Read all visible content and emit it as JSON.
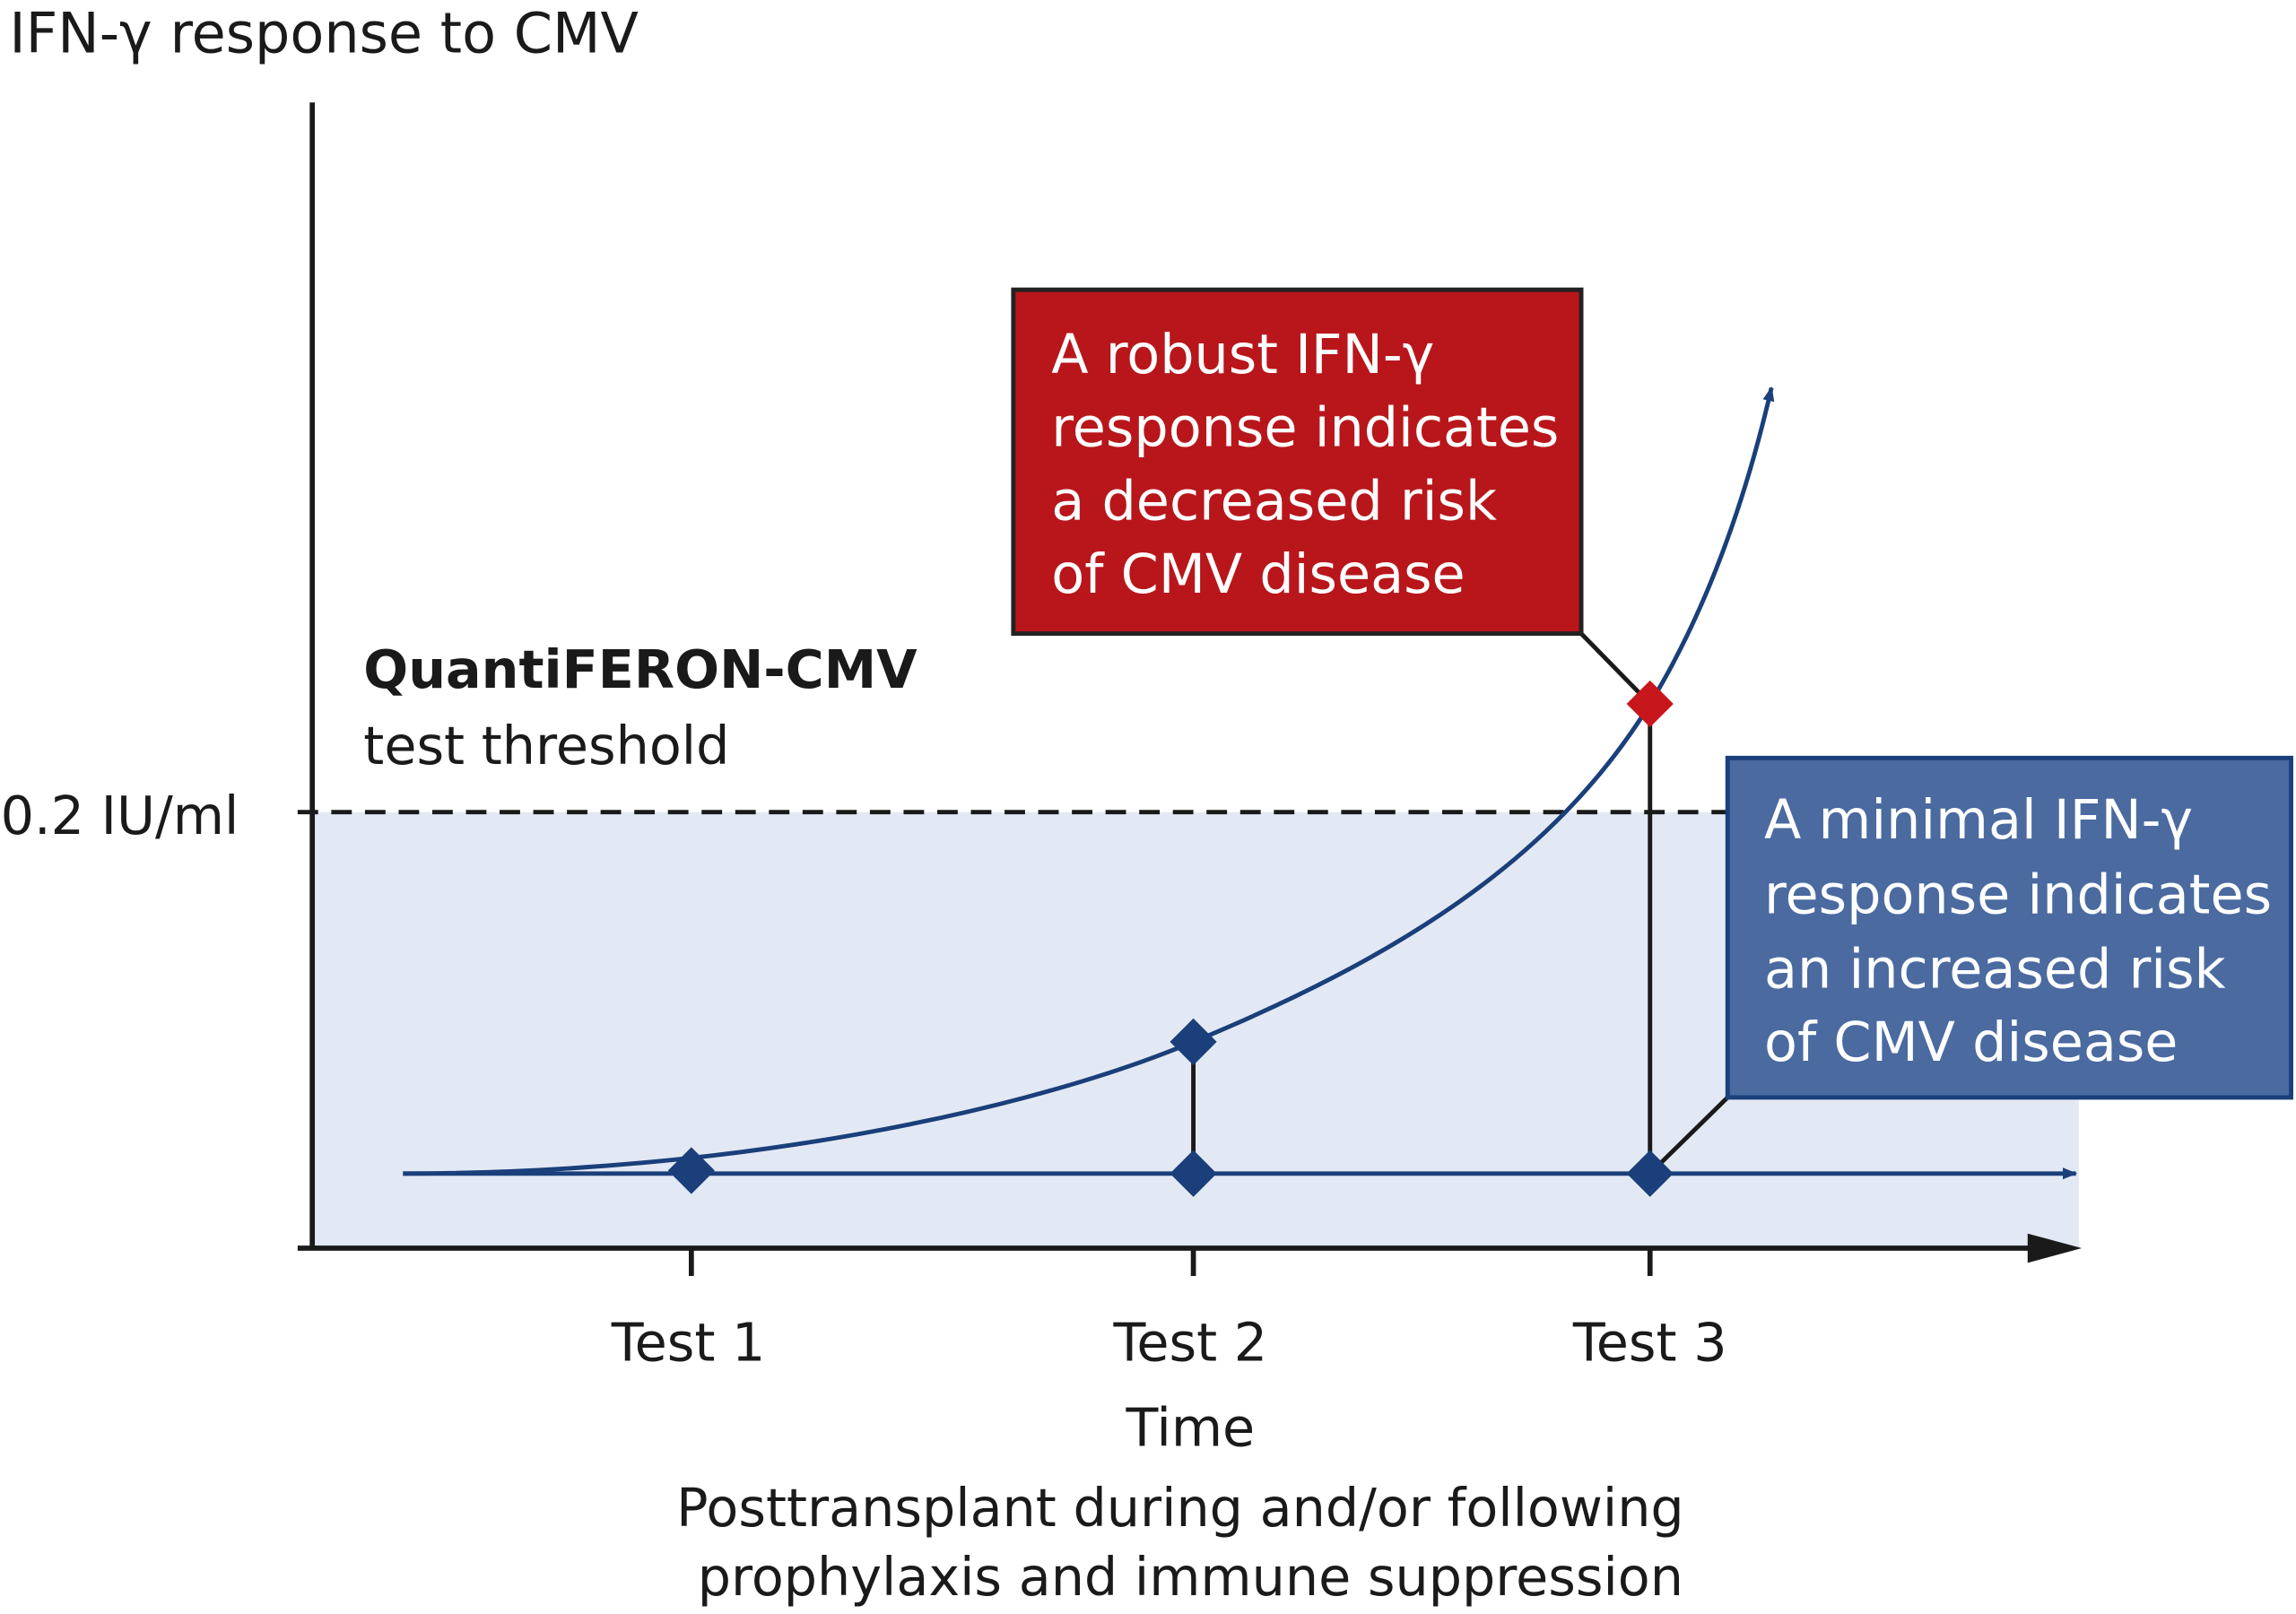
{
  "title": "IFN-γ response to CMV",
  "threshold": {
    "name": "QuantiFERON-CMV",
    "subtitle": "test threshold",
    "value_label": "0.2 IU/ml"
  },
  "x_axis": {
    "ticks": [
      "Test 1",
      "Test 2",
      "Test 3"
    ],
    "label": "Time",
    "caption_lines": [
      "Posttransplant during and/or following",
      "prophylaxis and immune suppression"
    ]
  },
  "callouts": {
    "robust": {
      "lines": [
        "A robust IFN-γ",
        "response indicates",
        "a decreased risk",
        "of CMV disease"
      ],
      "color": "#b8161b"
    },
    "minimal": {
      "lines": [
        "A minimal IFN-γ",
        "response indicates",
        "an increased risk",
        "of CMV disease"
      ],
      "color": "#4a6aa0"
    }
  },
  "colors": {
    "curve": "#1a3f7a",
    "shade": "#e3e9f4",
    "marker_high": "#c8161d"
  }
}
